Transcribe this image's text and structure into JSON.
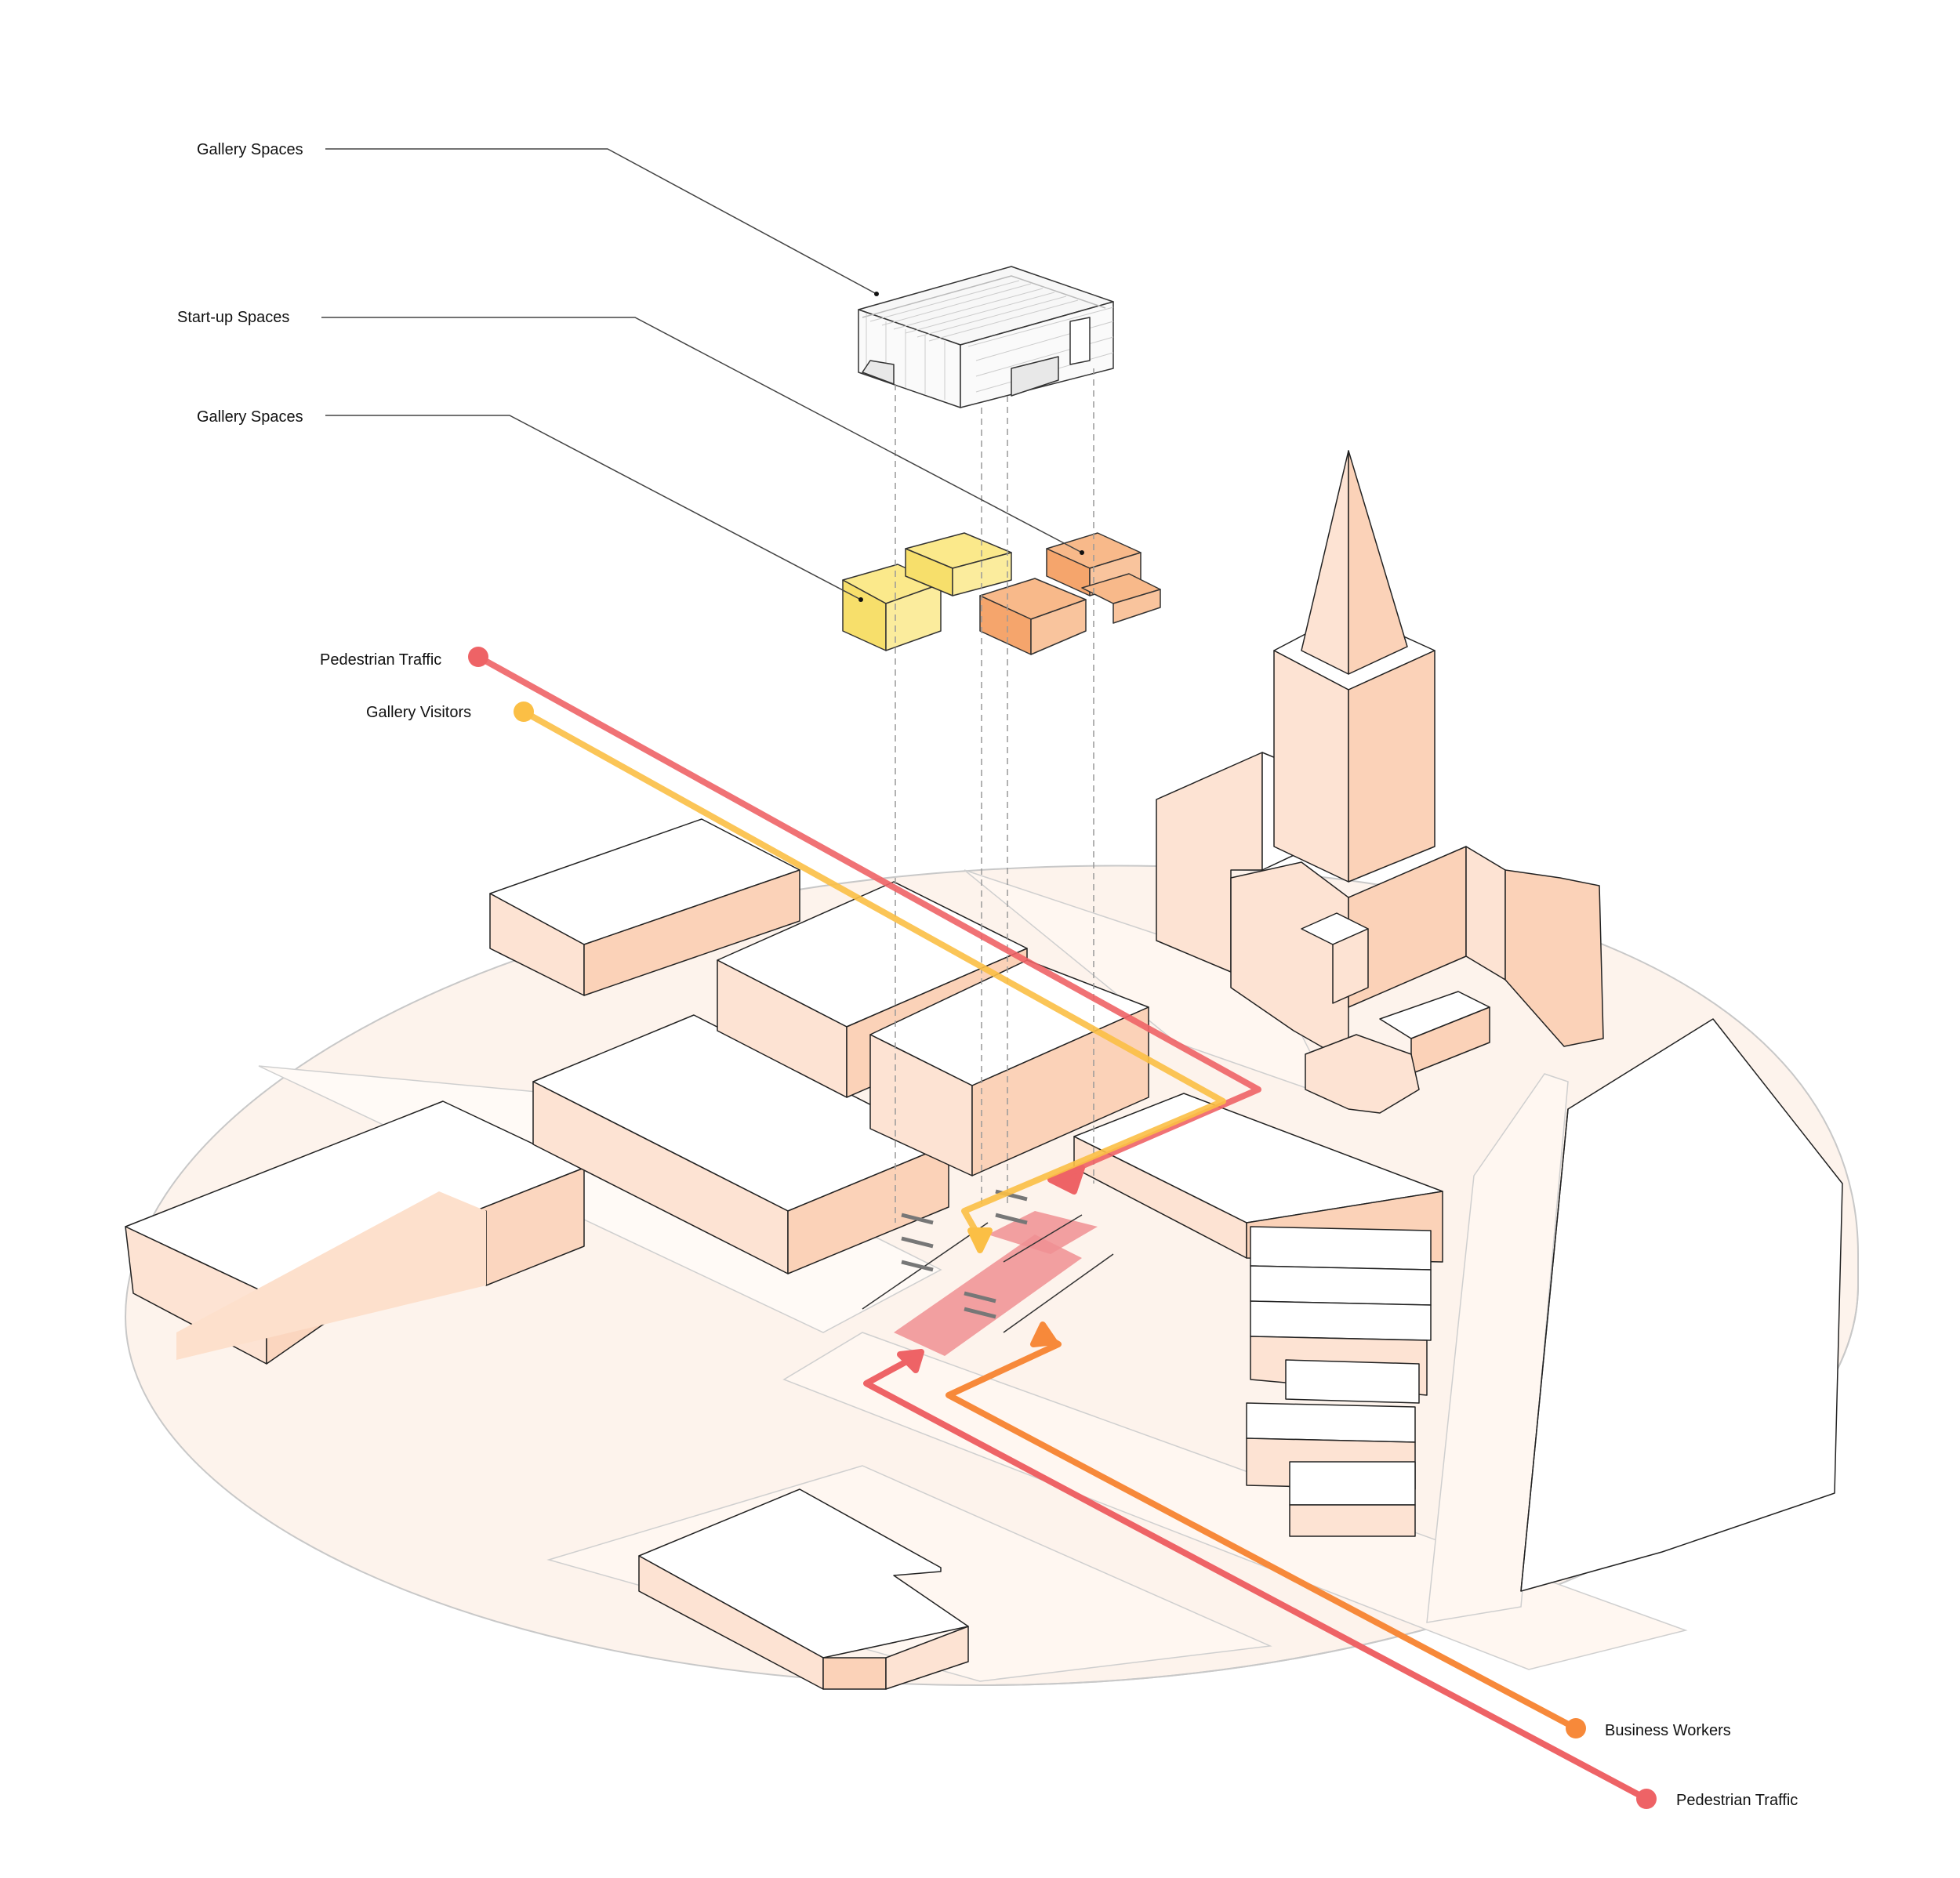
{
  "labels": {
    "gallery_spaces_top": "Gallery Spaces",
    "startup_spaces": "Start-up  Spaces",
    "gallery_spaces_mid": "Gallery Spaces",
    "pedestrian_traffic_left": "Pedestrian Traffic",
    "gallery_visitors": "Gallery Visitors",
    "business_workers": "Business Workers",
    "pedestrian_traffic_right": "Pedestrian Traffic"
  },
  "colors": {
    "pedestrian": "#ee6366",
    "visitors": "#fbbf45",
    "workers": "#f7893a",
    "building_side": "#fde3d3",
    "building_side_dark": "#f7cfb4",
    "ground": "#fdf3ec",
    "road": "#fff9f5",
    "yellow_block": "#fbe98b",
    "orange_block": "#f8b98a",
    "plaza": "#f08f93"
  }
}
